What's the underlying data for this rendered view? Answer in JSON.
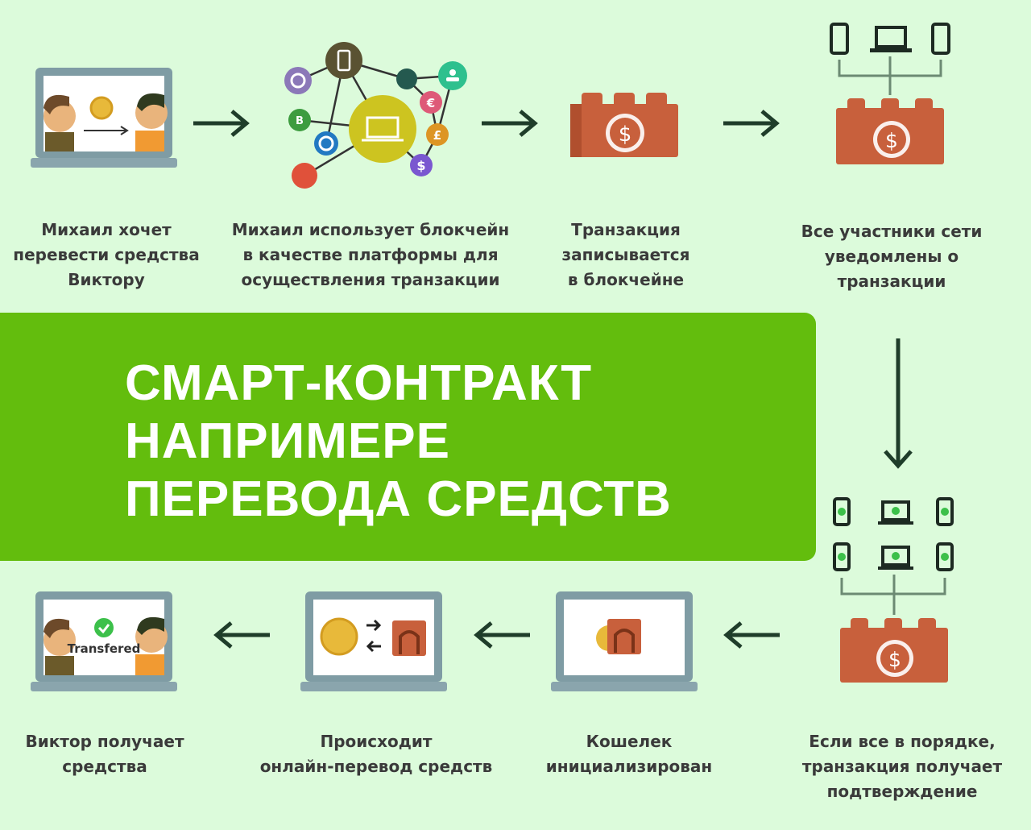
{
  "title": {
    "lines": [
      "СМАРТ-КОНТРАКТ",
      "НАПРИМЕРЕ",
      "ПЕРЕВОДА СРЕДСТВ"
    ]
  },
  "steps_top": [
    {
      "lines": [
        "Михаил хочет",
        "перевести средства",
        "Виктору"
      ]
    },
    {
      "lines": [
        "Михаил использует блокчейн",
        "в качестве платформы для",
        "осуществления транзакции"
      ]
    },
    {
      "lines": [
        "Транзакция",
        "записывается",
        "в блокчейне"
      ]
    },
    {
      "lines": [
        "Все участники сети",
        "уведомлены о",
        "транзакции"
      ]
    }
  ],
  "steps_bottom": [
    {
      "lines": [
        "Если все в порядке,",
        "транзакция получает",
        "подтверждение"
      ]
    },
    {
      "lines": [
        "Кошелек",
        "инициализирован"
      ]
    },
    {
      "lines": [
        "Происходит",
        "онлайн-перевод средств"
      ]
    },
    {
      "lines": [
        "Виктор получает",
        "средства"
      ]
    }
  ],
  "icons": {
    "dollar": "$",
    "bitcoin": "B",
    "euro": "€",
    "pound": "£"
  },
  "laptop_label": "Transfered",
  "colors": {
    "background": "#dcfbdb",
    "banner": "#63bd0d",
    "block": "#c8603c",
    "arrow": "#1f3d2a"
  }
}
